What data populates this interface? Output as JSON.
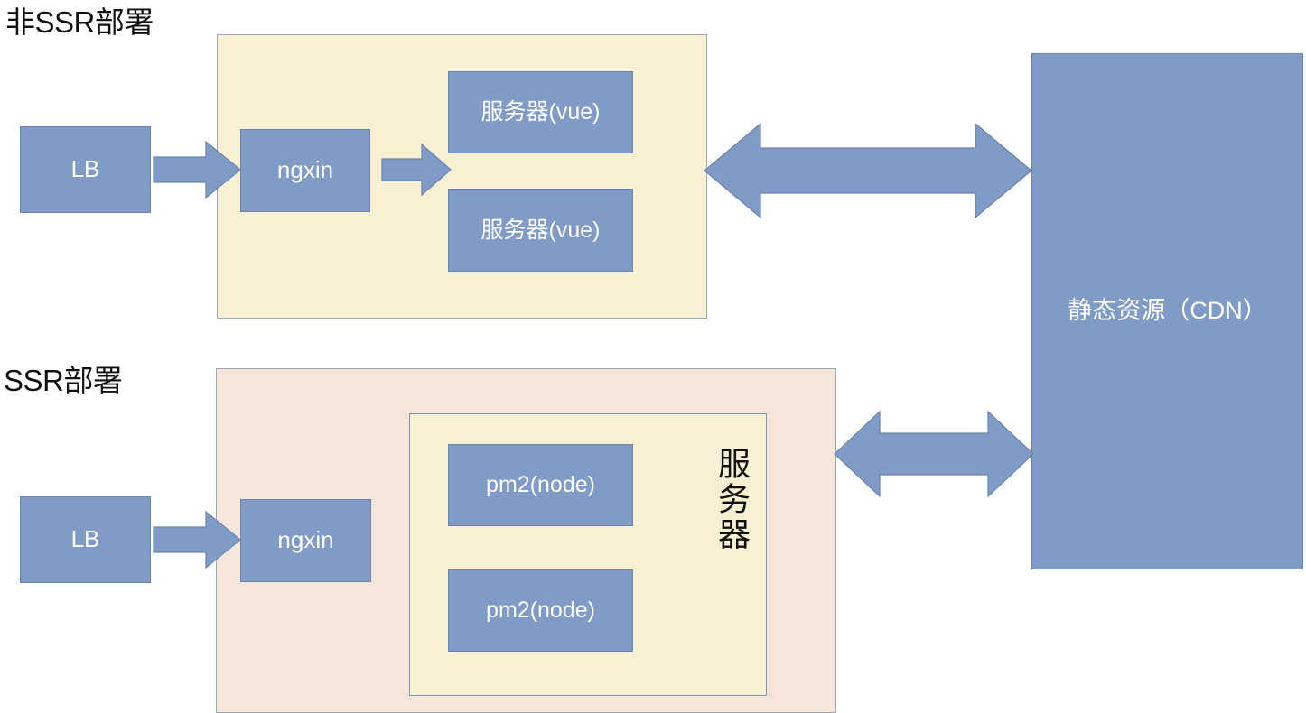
{
  "diagram": {
    "title_nonssr": "非SSR部署",
    "title_ssr": "SSR部署",
    "colors": {
      "node_fill": "#7F9BC6",
      "node_border": "#6A84AD",
      "cream_group": "#F8F0D2",
      "pink_group": "#F4E6DB",
      "group_border": "#9AA7B4",
      "node_text": "#FFFFFF",
      "title_text": "#111111",
      "page_background": "#FFFFFF"
    },
    "nonssr": {
      "lb_label": "LB",
      "ngxin_label": "ngxin",
      "server_1_label": "服务器(vue)",
      "server_2_label": "服务器(vue)"
    },
    "ssr": {
      "lb_label": "LB",
      "ngxin_label": "ngxin",
      "pm2_1_label": "pm2(node)",
      "pm2_2_label": "pm2(node)",
      "server_vertical_label": "服务器"
    },
    "cdn": {
      "label": "静态资源（CDN）"
    },
    "arrows": {
      "lb_to_ngxin_top": "single-right-arrow",
      "lb_to_ngxin_bottom": "single-right-arrow",
      "ngxin_to_vue": "single-right-arrow",
      "nonssr_to_cdn": "double-horizontal-arrow",
      "ssr_to_cdn": "double-horizontal-arrow"
    },
    "watermark": ""
  }
}
